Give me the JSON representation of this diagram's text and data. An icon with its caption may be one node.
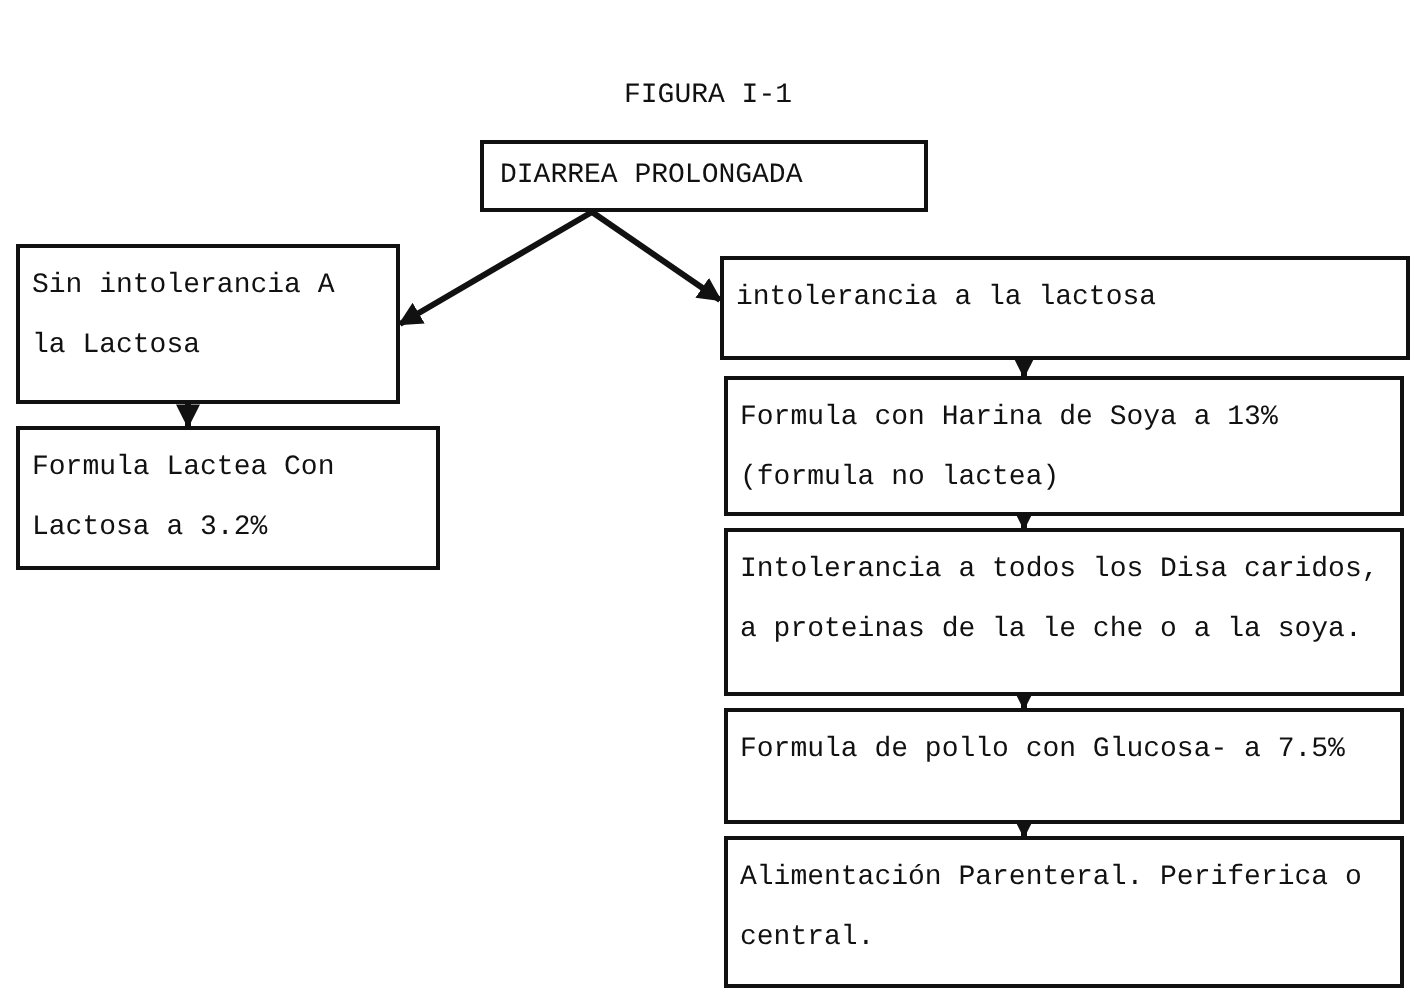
{
  "diagram": {
    "title": "FIGURA I-1",
    "nodes": [
      {
        "text": [
          "DIARREA PROLONGADA"
        ]
      },
      {
        "text": [
          "Sin intolerancia A la Lactosa"
        ]
      },
      {
        "text": [
          "Formula Lactea Con Lactosa a 3.2%"
        ]
      },
      {
        "text": [
          "intolerancia a la lactosa"
        ]
      },
      {
        "text": [
          "Formula con Harina de Soya a 13% (formula no lactea)"
        ]
      },
      {
        "text": [
          "Intolerancia a todos los Disa caridos, a proteinas de la le che o a la soya."
        ]
      },
      {
        "text": [
          "Formula de pollo con Glucosa- a 7.5%"
        ]
      },
      {
        "text": [
          "Alimentación Parenteral. Periferica o central."
        ]
      }
    ],
    "edges": [
      {
        "from": 0,
        "to": 1,
        "arrow": "to"
      },
      {
        "from": 0,
        "to": 3,
        "arrow": "to"
      },
      {
        "from": 1,
        "to": 2,
        "arrow": "to"
      },
      {
        "from": 3,
        "to": 4,
        "arrow": "to"
      },
      {
        "from": 4,
        "to": 5,
        "arrow": "to"
      },
      {
        "from": 5,
        "to": 6,
        "arrow": "to"
      },
      {
        "from": 6,
        "to": 7,
        "arrow": "to"
      }
    ]
  }
}
